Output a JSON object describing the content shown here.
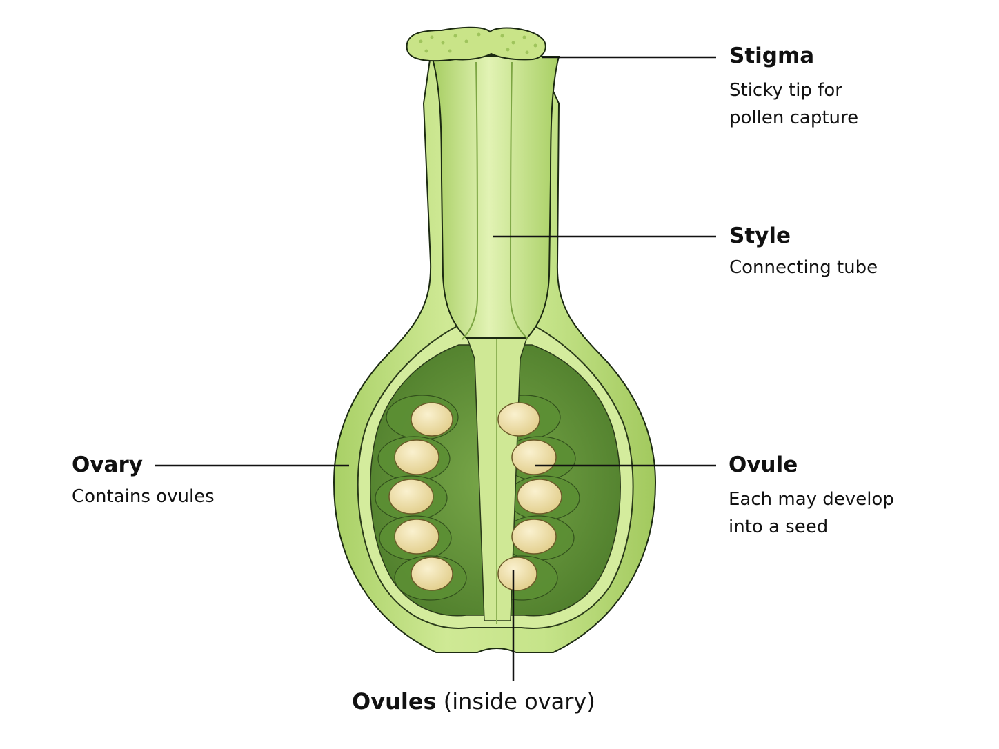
{
  "labels": {
    "stigma": {
      "title": "Stigma",
      "desc_line1": "Sticky tip for",
      "desc_line2": "pollen capture"
    },
    "style": {
      "title": "Style",
      "desc": "Connecting tube"
    },
    "ovary": {
      "title": "Ovary",
      "desc": "Contains ovules"
    },
    "ovule": {
      "title": "Ovule",
      "desc_line1": "Each may develop",
      "desc_line2": "into a seed"
    },
    "ovules": {
      "title": "Ovules",
      "note": " (inside ovary)"
    }
  },
  "colors": {
    "outer_green": "#b9dc7a",
    "light_green": "#d8ef9e",
    "cavity_green": "#6a9a3e",
    "chamber_green": "#4f7f2c",
    "ovule_fill": "#f1e2ad",
    "outline": "#1c2a12",
    "leader": "#111111"
  },
  "icons": {
    "diagram": "pistil-cross-section-illustration"
  }
}
